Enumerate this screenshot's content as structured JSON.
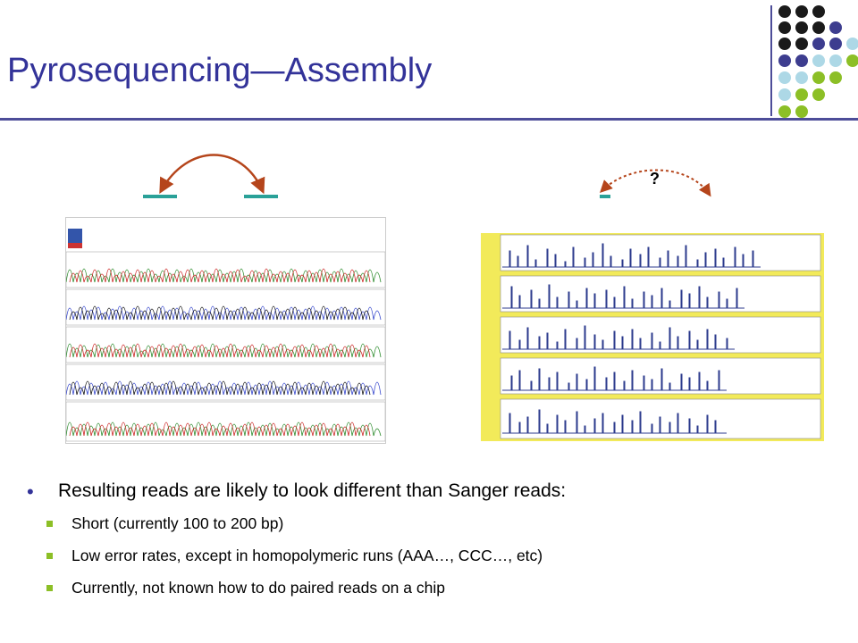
{
  "slide": {
    "title": "Pyrosequencing—Assembly",
    "accent_color": "#333399",
    "bullet_color": "#8cbf26"
  },
  "diagram": {
    "question_mark": "?",
    "arrow_color": "#b5451b",
    "read_bar_color": "#2aa198"
  },
  "bullets": {
    "main": "Resulting reads are likely to look different than Sanger reads:",
    "sub": [
      "Short (currently 100 to 200 bp)",
      "Low error rates, except in homopolymeric runs (AAA…, CCC…, etc)",
      "Currently, not known how to do paired reads on a chip"
    ]
  }
}
